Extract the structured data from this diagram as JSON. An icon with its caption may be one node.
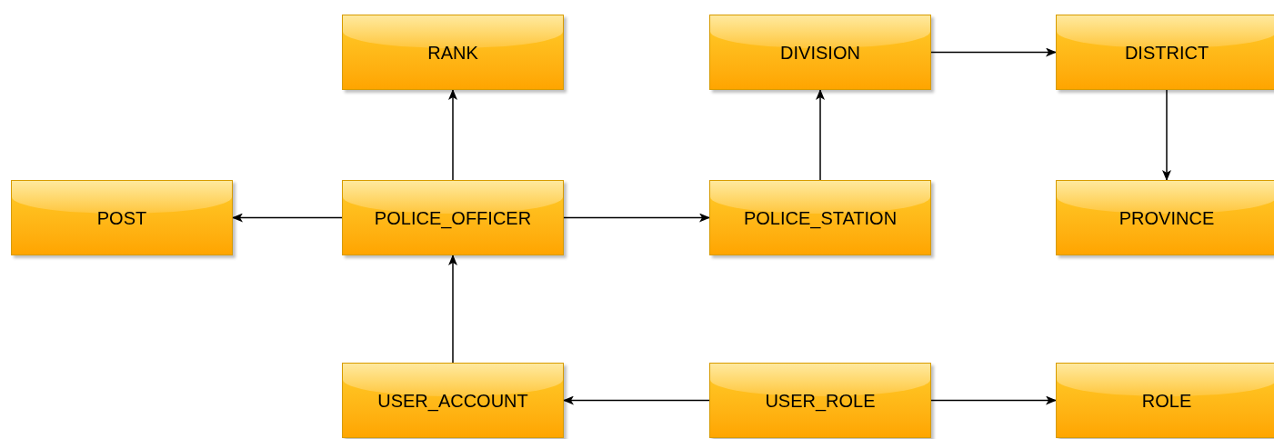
{
  "diagram": {
    "nodes": [
      {
        "text": [
          "RANK"
        ]
      },
      {
        "text": [
          "DIVISION"
        ]
      },
      {
        "text": [
          "DISTRICT"
        ]
      },
      {
        "text": [
          "POST"
        ]
      },
      {
        "text": [
          "POLICE_OFFICER"
        ]
      },
      {
        "text": [
          "POLICE_STATION"
        ]
      },
      {
        "text": [
          "PROVINCE"
        ]
      },
      {
        "text": [
          "USER_ACCOUNT"
        ]
      },
      {
        "text": [
          "USER_ROLE"
        ]
      },
      {
        "text": [
          "ROLE"
        ]
      }
    ],
    "edges": [
      {
        "from": 4,
        "to": 0,
        "arrow": "to"
      },
      {
        "from": 4,
        "to": 3,
        "arrow": "to"
      },
      {
        "from": 4,
        "to": 5,
        "arrow": "to"
      },
      {
        "from": 5,
        "to": 1,
        "arrow": "to"
      },
      {
        "from": 1,
        "to": 2,
        "arrow": "to"
      },
      {
        "from": 2,
        "to": 6,
        "arrow": "to"
      },
      {
        "from": 7,
        "to": 4,
        "arrow": "to"
      },
      {
        "from": 8,
        "to": 7,
        "arrow": "to"
      },
      {
        "from": 8,
        "to": 9,
        "arrow": "to"
      }
    ]
  }
}
